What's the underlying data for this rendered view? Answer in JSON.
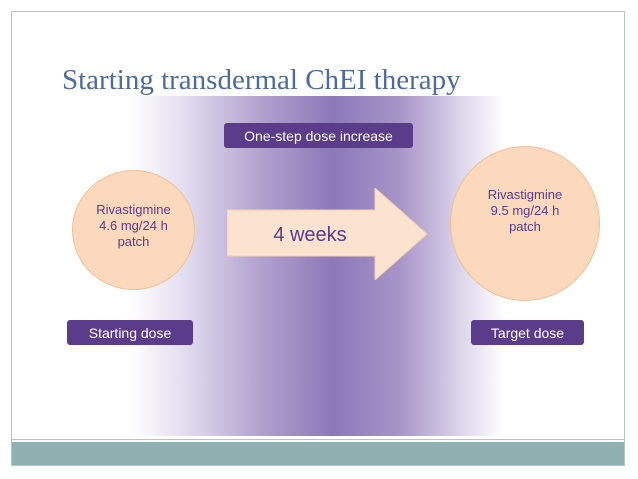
{
  "slide": {
    "title": "Starting transdermal ChEI therapy",
    "step_label": "One-step dose increase",
    "interval_label": "4 weeks",
    "start": {
      "drug": "Rivastigmine",
      "dose": "4.6 mg/24 h",
      "form": "patch",
      "label": "Starting dose"
    },
    "target": {
      "drug": "Rivastigmine",
      "dose": "9.5 mg/24 h",
      "form": "patch",
      "label": "Target dose"
    }
  },
  "colors": {
    "title": "#4f6aa0",
    "pill": "#5a3c8b",
    "circle_fill": "#fcd9bd",
    "band_center": "#8c78b9",
    "footer": "#8fb0b0"
  }
}
